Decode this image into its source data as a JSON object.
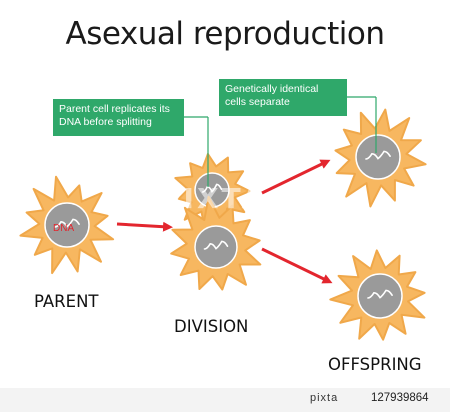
{
  "title": "Asexual reproduction",
  "callouts": {
    "left": "Parent cell replicates its DNA before splitting",
    "right": "Genetically identical cells separate"
  },
  "stages": {
    "parent": "PARENT",
    "division": "DIVISION",
    "offspring": "OFFSPRING"
  },
  "dna_label": "DNA",
  "watermark": "PIXTA",
  "footer": {
    "brand": "pixta",
    "image_id": "127939864"
  },
  "colors": {
    "cell_body": "#f7b760",
    "nucleus": "#9a9a9a",
    "arrow": "#e3262e",
    "callout_bg": "#2fa86a",
    "dna_text": "#e3262e"
  }
}
